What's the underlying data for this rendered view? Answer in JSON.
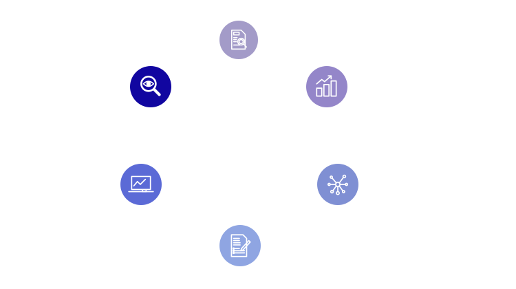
{
  "nodes": [
    {
      "id": "document-search",
      "icon": "document-search-icon",
      "color": "#A39BC8"
    },
    {
      "id": "growth-chart",
      "icon": "bar-chart-growth-icon",
      "color": "#9486C9"
    },
    {
      "id": "network",
      "icon": "network-hub-icon",
      "color": "#7F8FD3"
    },
    {
      "id": "document-edit",
      "icon": "document-pen-icon",
      "color": "#8FA5E2"
    },
    {
      "id": "laptop-chart",
      "icon": "laptop-trend-icon",
      "color": "#5B6AD6"
    },
    {
      "id": "eye-search",
      "icon": "magnifier-eye-icon",
      "color": "#1106A0"
    }
  ]
}
